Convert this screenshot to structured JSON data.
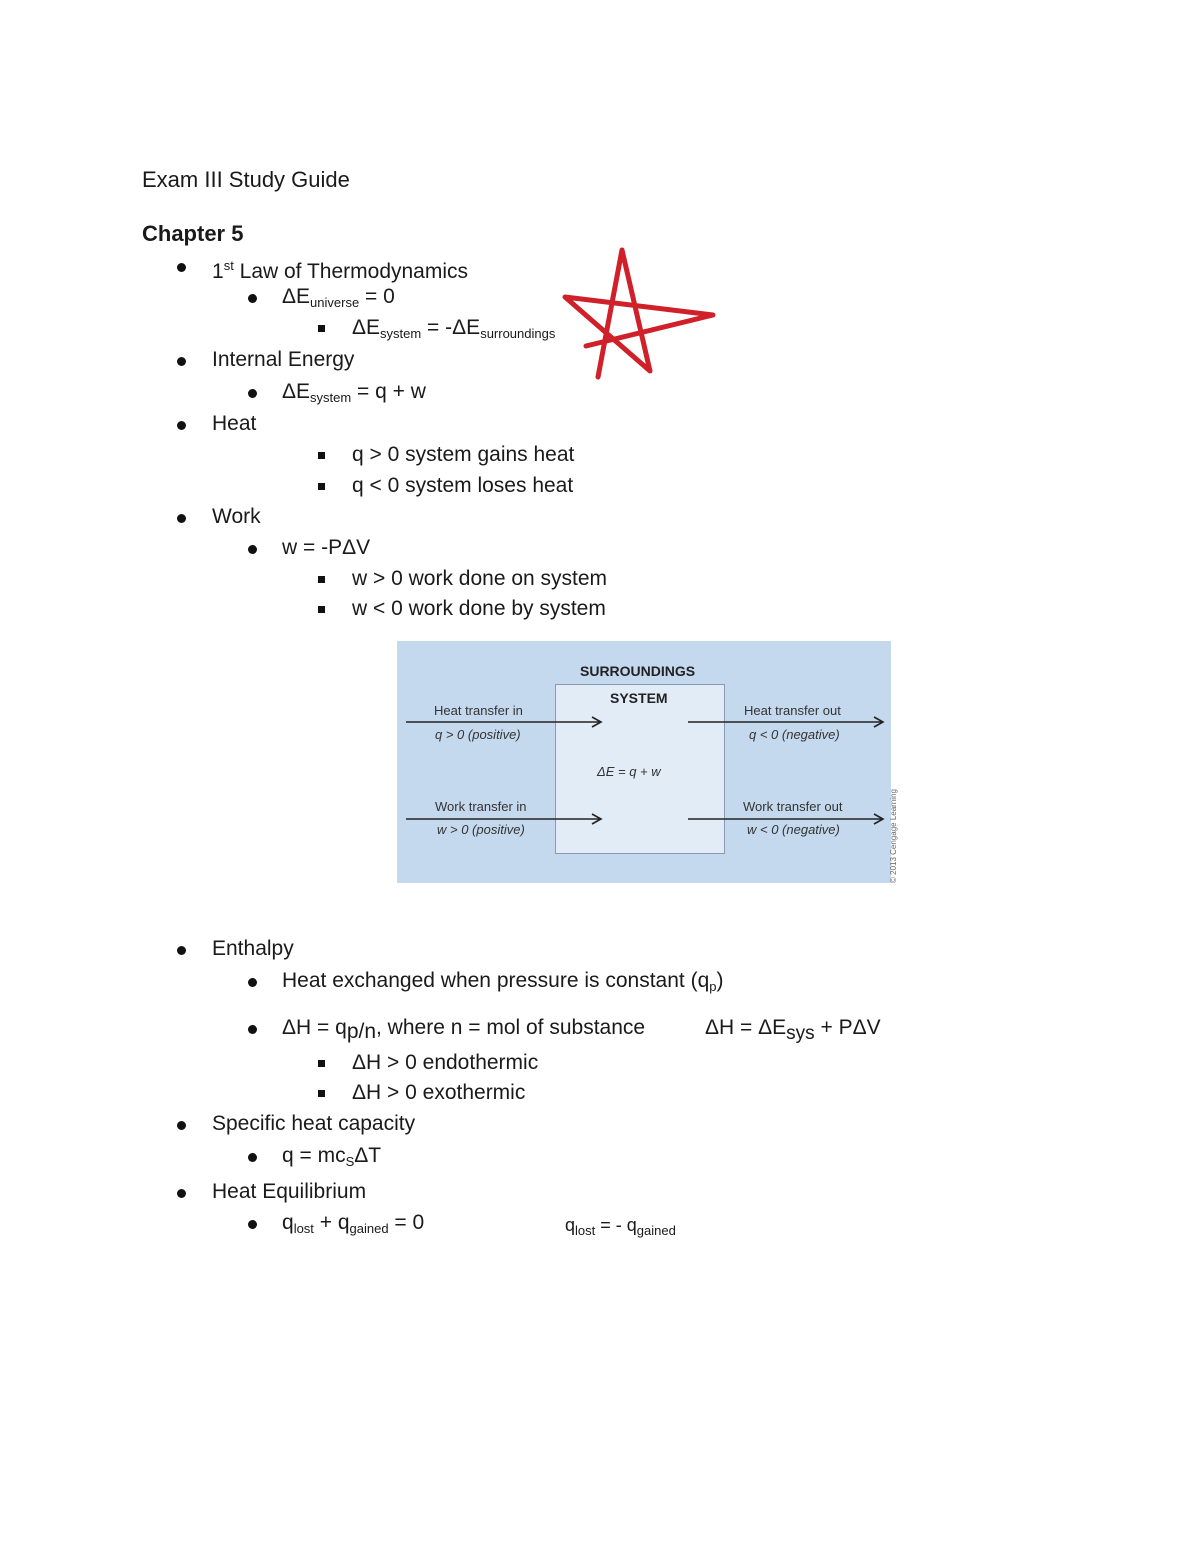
{
  "title": "Exam III Study Guide",
  "chapter": "Chapter 5",
  "items": {
    "first_law": "1",
    "first_law_sup": "st",
    "first_law_rest": " Law of Thermodynamics",
    "de_universe_a": "ΔE",
    "de_universe_sub": "universe",
    "de_universe_b": " = 0",
    "de_system_a": "ΔE",
    "de_system_sub": "system",
    "de_system_mid": " = -ΔE",
    "de_system_sub2": "surroundings",
    "internal_energy": "Internal Energy",
    "de_sys_a": "ΔE",
    "de_sys_sub": "system",
    "de_sys_b": " = q + w",
    "heat": "Heat",
    "q_gain": "q > 0 system gains heat",
    "q_lose": "q < 0 system loses heat",
    "work": "Work",
    "w_formula": "w = -PΔV",
    "w_pos": "w > 0 work done on system",
    "w_neg": "w < 0 work done by system",
    "enthalpy": "Enthalpy",
    "heat_exchanged_a": "Heat exchanged when pressure is constant (q",
    "heat_exchanged_sub": "p",
    "heat_exchanged_b": ")",
    "dh_a": "ΔH = q",
    "dh_sub": "p/n",
    "dh_b": ",  where n = mol of substance",
    "dh_right_a": "ΔH = ΔE",
    "dh_right_sub": "sys",
    "dh_right_b": " + PΔV",
    "dh_endo": "ΔH > 0 endothermic",
    "dh_exo": "ΔH > 0 exothermic",
    "specific_heat": "Specific heat capacity",
    "q_mc_a": "q = mc",
    "q_mc_sub": "S",
    "q_mc_b": "ΔT",
    "heat_eq": "Heat Equilibrium",
    "qlost_a": "q",
    "qlost_sub": "lost",
    "qlost_b": " + q",
    "qlost_sub2": "gained",
    "qlost_c": " = 0",
    "qeq_a": "q",
    "qeq_sub": "lost",
    "qeq_b": " = - q",
    "qeq_sub2": "gained"
  },
  "diagram": {
    "surroundings": "SURROUNDINGS",
    "system": "SYSTEM",
    "heat_in": "Heat transfer in",
    "heat_in_sign": "q > 0 (positive)",
    "heat_out": "Heat transfer out",
    "heat_out_sign": "q < 0 (negative)",
    "equation": "ΔE = q + w",
    "work_in": "Work transfer in",
    "work_in_sign": "w > 0 (positive)",
    "work_out": "Work transfer out",
    "work_out_sign": "w < 0 (negative)",
    "copyright": "© 2013 Cengage Learning"
  },
  "annotation": {
    "star_color": "#d0202a"
  }
}
